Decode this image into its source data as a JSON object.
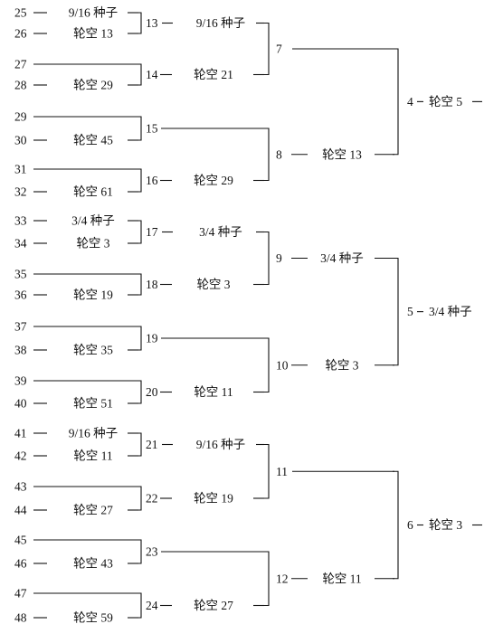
{
  "round1": [
    {
      "no": "25",
      "text": "9/16 种子"
    },
    {
      "no": "26",
      "text": "轮空 13"
    },
    {
      "no": "27",
      "text": ""
    },
    {
      "no": "28",
      "text": "轮空 29"
    },
    {
      "no": "29",
      "text": ""
    },
    {
      "no": "30",
      "text": "轮空 45"
    },
    {
      "no": "31",
      "text": ""
    },
    {
      "no": "32",
      "text": "轮空 61"
    },
    {
      "no": "33",
      "text": "3/4 种子"
    },
    {
      "no": "34",
      "text": "轮空 3"
    },
    {
      "no": "35",
      "text": ""
    },
    {
      "no": "36",
      "text": "轮空 19"
    },
    {
      "no": "37",
      "text": ""
    },
    {
      "no": "38",
      "text": "轮空 35"
    },
    {
      "no": "39",
      "text": ""
    },
    {
      "no": "40",
      "text": "轮空 51"
    },
    {
      "no": "41",
      "text": "9/16 种子"
    },
    {
      "no": "42",
      "text": "轮空 11"
    },
    {
      "no": "43",
      "text": ""
    },
    {
      "no": "44",
      "text": "轮空 27"
    },
    {
      "no": "45",
      "text": ""
    },
    {
      "no": "46",
      "text": "轮空 43"
    },
    {
      "no": "47",
      "text": ""
    },
    {
      "no": "48",
      "text": "轮空 59"
    }
  ],
  "round2": [
    {
      "no": "13",
      "text": "9/16 种子"
    },
    {
      "no": "14",
      "text": "轮空 21"
    },
    {
      "no": "15",
      "text": ""
    },
    {
      "no": "16",
      "text": "轮空 29"
    },
    {
      "no": "17",
      "text": "3/4 种子"
    },
    {
      "no": "18",
      "text": "轮空 3"
    },
    {
      "no": "19",
      "text": ""
    },
    {
      "no": "20",
      "text": "轮空 11"
    },
    {
      "no": "21",
      "text": "9/16 种子"
    },
    {
      "no": "22",
      "text": "轮空 19"
    },
    {
      "no": "23",
      "text": ""
    },
    {
      "no": "24",
      "text": "轮空 27"
    }
  ],
  "round3": [
    {
      "no": "7",
      "text": ""
    },
    {
      "no": "8",
      "text": "轮空 13"
    },
    {
      "no": "9",
      "text": "3/4 种子"
    },
    {
      "no": "10",
      "text": "轮空 3"
    },
    {
      "no": "11",
      "text": ""
    },
    {
      "no": "12",
      "text": "轮空 11"
    }
  ],
  "round4": [
    {
      "no": "4",
      "text": "轮空 5"
    },
    {
      "no": "5",
      "text": "3/4 种子"
    },
    {
      "no": "6",
      "text": "轮空 3"
    }
  ]
}
